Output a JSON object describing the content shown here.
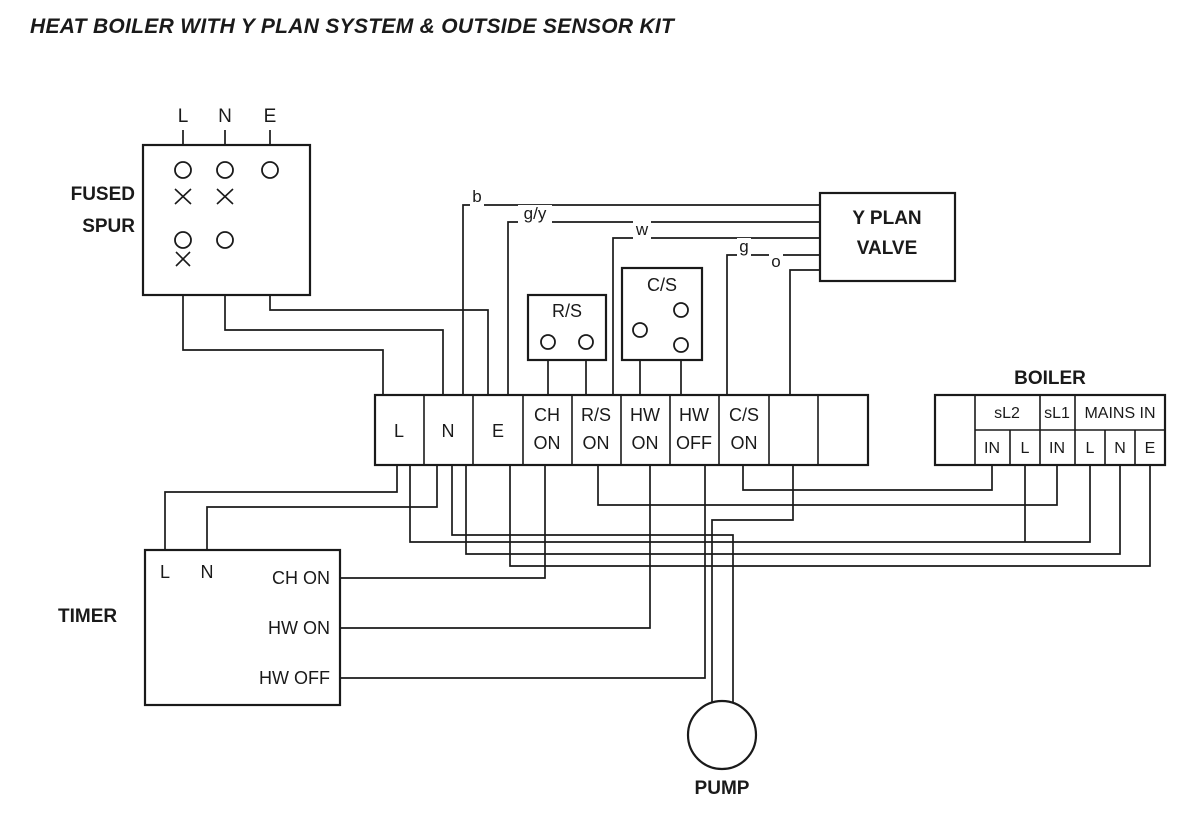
{
  "title": "HEAT BOILER WITH Y PLAN SYSTEM & OUTSIDE SENSOR KIT",
  "colors": {
    "line": "#1a1a1a",
    "background": "#ffffff"
  },
  "fused_spur": {
    "label_line1": "FUSED",
    "label_line2": "SPUR",
    "terminals": [
      "L",
      "N",
      "E"
    ]
  },
  "y_plan_valve": {
    "label_line1": "Y PLAN",
    "label_line2": "VALVE"
  },
  "valve_wires": {
    "blue": "b",
    "earth": "g/y",
    "white": "w",
    "grey": "g",
    "orange": "o"
  },
  "room_stat": {
    "label": "R/S"
  },
  "cylinder_stat": {
    "label": "C/S"
  },
  "wiring_centre": {
    "cells": [
      {
        "line1": "L",
        "line2": ""
      },
      {
        "line1": "N",
        "line2": ""
      },
      {
        "line1": "E",
        "line2": ""
      },
      {
        "line1": "CH",
        "line2": "ON"
      },
      {
        "line1": "R/S",
        "line2": "ON"
      },
      {
        "line1": "HW",
        "line2": "ON"
      },
      {
        "line1": "HW",
        "line2": "OFF"
      },
      {
        "line1": "C/S",
        "line2": "ON"
      },
      {
        "line1": "",
        "line2": ""
      },
      {
        "line1": "",
        "line2": ""
      }
    ]
  },
  "boiler": {
    "label": "BOILER",
    "top_row": [
      "sL2",
      "sL1",
      "MAINS IN"
    ],
    "bottom_row": [
      "IN",
      "L",
      "IN",
      "L",
      "N",
      "E"
    ]
  },
  "timer": {
    "label": "TIMER",
    "terminals": [
      "L",
      "N"
    ],
    "outputs": [
      "CH ON",
      "HW ON",
      "HW OFF"
    ]
  },
  "pump": {
    "label": "PUMP"
  }
}
